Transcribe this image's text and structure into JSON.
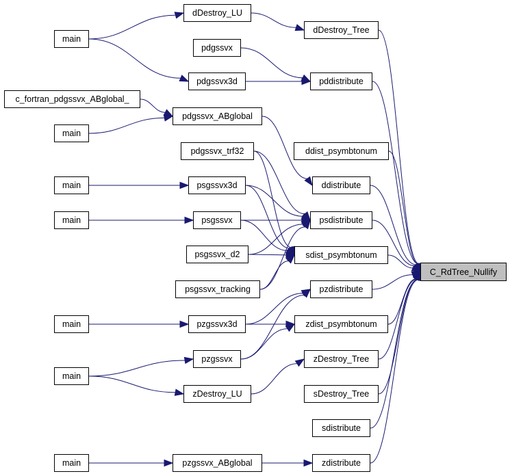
{
  "colors": {
    "edge": "#191970",
    "node_border": "#000000",
    "node_fill": "#ffffff",
    "root_fill": "#bfbfbf"
  },
  "nodes": {
    "main1": "main",
    "dDestroy_LU": "dDestroy_LU",
    "dDestroy_Tree": "dDestroy_Tree",
    "pdgssvx": "pdgssvx",
    "pdgssvx3d": "pdgssvx3d",
    "pddistribute": "pddistribute",
    "c_fortran": "c_fortran_pdgssvx_ABglobal_",
    "pdgssvx_ABglobal": "pdgssvx_ABglobal",
    "main2": "main",
    "pdgssvx_trf32": "pdgssvx_trf32",
    "ddist_psymbtonum": "ddist_psymbtonum",
    "ddistribute": "ddistribute",
    "main3": "main",
    "psgssvx3d": "psgssvx3d",
    "main4": "main",
    "psgssvx": "psgssvx",
    "psdistribute": "psdistribute",
    "psgssvx_d2": "psgssvx_d2",
    "sdist_psymbtonum": "sdist_psymbtonum",
    "C_RdTree_Nullify": "C_RdTree_Nullify",
    "psgssvx_tracking": "psgssvx_tracking",
    "pzdistribute": "pzdistribute",
    "main5": "main",
    "pzgssvx3d": "pzgssvx3d",
    "zdist_psymbtonum": "zdist_psymbtonum",
    "pzgssvx": "pzgssvx",
    "zDestroy_Tree": "zDestroy_Tree",
    "main6": "main",
    "zDestroy_LU": "zDestroy_LU",
    "sDestroy_Tree": "sDestroy_Tree",
    "sdistribute": "sdistribute",
    "main7": "main",
    "pzgssvx_ABglobal": "pzgssvx_ABglobal",
    "zdistribute": "zdistribute"
  },
  "edges": [
    [
      "main1",
      "dDestroy_LU"
    ],
    [
      "main1",
      "pdgssvx3d"
    ],
    [
      "dDestroy_LU",
      "dDestroy_Tree"
    ],
    [
      "pdgssvx",
      "pddistribute"
    ],
    [
      "pdgssvx3d",
      "pddistribute"
    ],
    [
      "c_fortran",
      "pdgssvx_ABglobal"
    ],
    [
      "main2",
      "pdgssvx_ABglobal"
    ],
    [
      "pdgssvx_ABglobal",
      "ddistribute"
    ],
    [
      "main3",
      "psgssvx3d"
    ],
    [
      "main4",
      "psgssvx"
    ],
    [
      "pdgssvx_trf32",
      "psdistribute"
    ],
    [
      "pdgssvx_trf32",
      "sdist_psymbtonum"
    ],
    [
      "psgssvx3d",
      "psdistribute"
    ],
    [
      "psgssvx3d",
      "sdist_psymbtonum"
    ],
    [
      "psgssvx",
      "psdistribute"
    ],
    [
      "psgssvx",
      "sdist_psymbtonum"
    ],
    [
      "psgssvx_d2",
      "psdistribute"
    ],
    [
      "psgssvx_d2",
      "sdist_psymbtonum"
    ],
    [
      "psgssvx_tracking",
      "psdistribute"
    ],
    [
      "psgssvx_tracking",
      "sdist_psymbtonum"
    ],
    [
      "main5",
      "pzgssvx3d"
    ],
    [
      "main6",
      "pzgssvx"
    ],
    [
      "main6",
      "zDestroy_LU"
    ],
    [
      "pzgssvx3d",
      "pzdistribute"
    ],
    [
      "pzgssvx3d",
      "zdist_psymbtonum"
    ],
    [
      "pzgssvx",
      "pzdistribute"
    ],
    [
      "pzgssvx",
      "zdist_psymbtonum"
    ],
    [
      "zDestroy_LU",
      "zDestroy_Tree"
    ],
    [
      "main7",
      "pzgssvx_ABglobal"
    ],
    [
      "pzgssvx_ABglobal",
      "zdistribute"
    ],
    [
      "dDestroy_Tree",
      "C_RdTree_Nullify"
    ],
    [
      "pddistribute",
      "C_RdTree_Nullify"
    ],
    [
      "ddist_psymbtonum",
      "C_RdTree_Nullify"
    ],
    [
      "ddistribute",
      "C_RdTree_Nullify"
    ],
    [
      "psdistribute",
      "C_RdTree_Nullify"
    ],
    [
      "sdist_psymbtonum",
      "C_RdTree_Nullify"
    ],
    [
      "pzdistribute",
      "C_RdTree_Nullify"
    ],
    [
      "zdist_psymbtonum",
      "C_RdTree_Nullify"
    ],
    [
      "zDestroy_Tree",
      "C_RdTree_Nullify"
    ],
    [
      "sDestroy_Tree",
      "C_RdTree_Nullify"
    ],
    [
      "sdistribute",
      "C_RdTree_Nullify"
    ],
    [
      "zdistribute",
      "C_RdTree_Nullify"
    ]
  ]
}
